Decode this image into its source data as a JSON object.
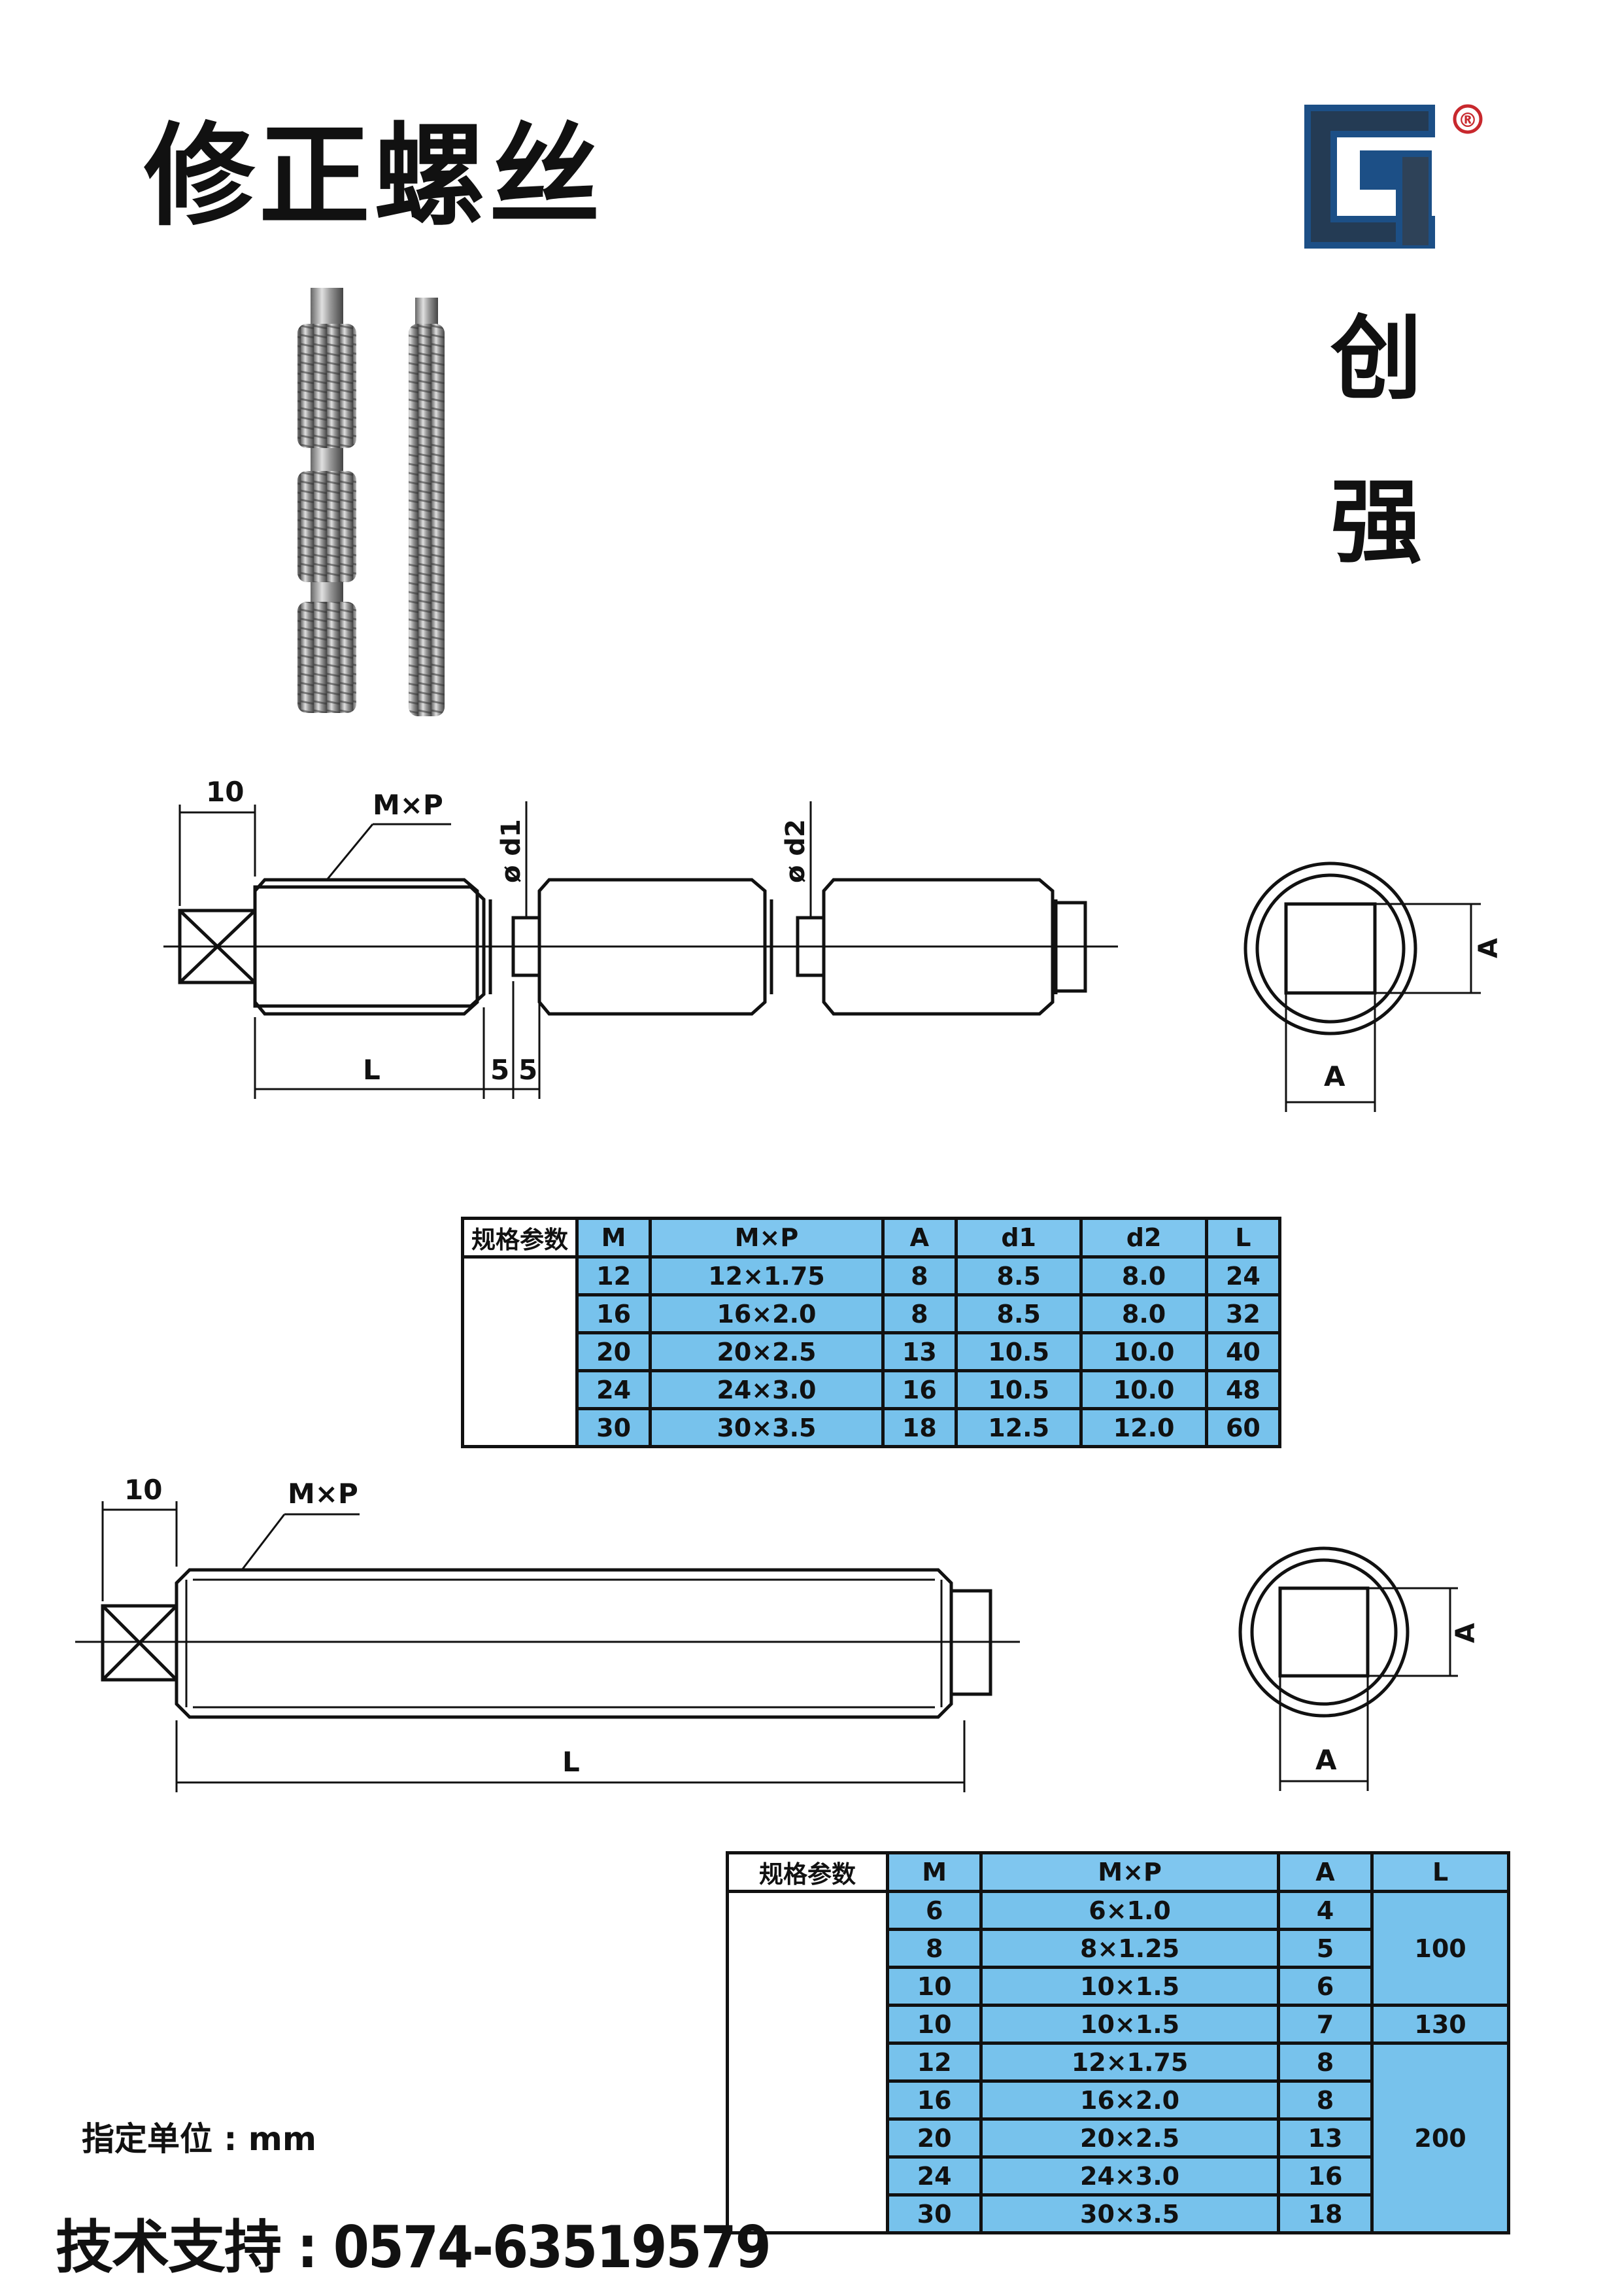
{
  "title": "修正螺丝",
  "brand": {
    "char1": "创",
    "char2": "强",
    "registered": "®"
  },
  "drawing1": {
    "dim_10": "10",
    "dim_mxp": "M×P",
    "dim_d1": "ø d1",
    "dim_d2": "ø d2",
    "dim_L": "L",
    "dim_5a": "5",
    "dim_5b": "5",
    "dim_A_side": "A",
    "dim_A_bottom": "A"
  },
  "drawing2": {
    "dim_10": "10",
    "dim_mxp": "M×P",
    "dim_L": "L",
    "dim_A_side": "A",
    "dim_A_bottom": "A"
  },
  "table1": {
    "label": "规格参数",
    "headers": [
      "M",
      "M×P",
      "A",
      "d1",
      "d2",
      "L"
    ],
    "rows": [
      [
        "12",
        "12×1.75",
        "8",
        "8.5",
        "8.0",
        "24"
      ],
      [
        "16",
        "16×2.0",
        "8",
        "8.5",
        "8.0",
        "32"
      ],
      [
        "20",
        "20×2.5",
        "13",
        "10.5",
        "10.0",
        "40"
      ],
      [
        "24",
        "24×3.0",
        "16",
        "10.5",
        "10.0",
        "48"
      ],
      [
        "30",
        "30×3.5",
        "18",
        "12.5",
        "12.0",
        "60"
      ]
    ]
  },
  "table2": {
    "label": "规格参数",
    "headers": [
      "M",
      "M×P",
      "A",
      "L"
    ],
    "rows": [
      [
        "6",
        "6×1.0",
        "4"
      ],
      [
        "8",
        "8×1.25",
        "5"
      ],
      [
        "10",
        "10×1.5",
        "6"
      ],
      [
        "10",
        "10×1.5",
        "7"
      ],
      [
        "12",
        "12×1.75",
        "8"
      ],
      [
        "16",
        "16×2.0",
        "8"
      ],
      [
        "20",
        "20×2.5",
        "13"
      ],
      [
        "24",
        "24×3.0",
        "16"
      ],
      [
        "30",
        "30×3.5",
        "18"
      ]
    ],
    "l_groups": [
      "100",
      "130",
      "200"
    ]
  },
  "unit": "指定单位 : mm",
  "support": "技术支持 : 0574-63519579",
  "colors": {
    "table_fill": "#77c2ec",
    "logo_blue": "#1c4f86",
    "logo_gray": "#3a3a3a",
    "logo_red": "#c8282d"
  }
}
